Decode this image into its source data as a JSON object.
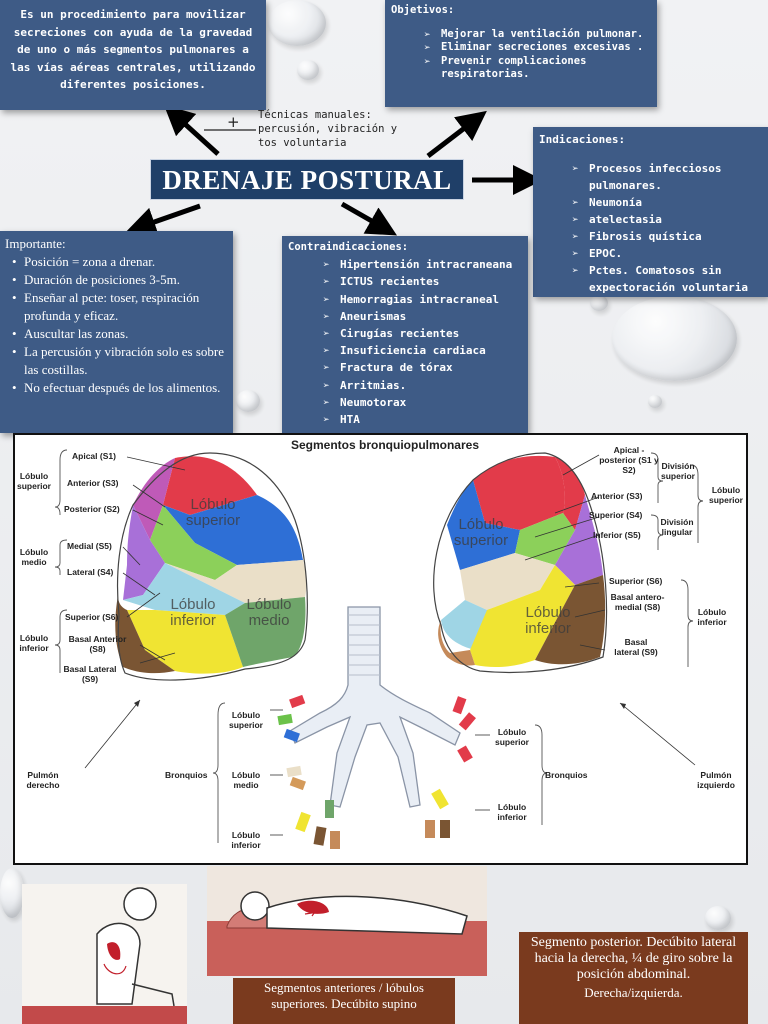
{
  "top_left": {
    "text": "Es un procedimiento para movilizar secreciones con ayuda de la gravedad de uno o más segmentos pulmonares a las vías aéreas centrales, utilizando diferentes posiciones."
  },
  "tecnicas": {
    "plus": "+",
    "text": "Técnicas manuales: percusión, vibración y tos voluntaria"
  },
  "title": "DRENAJE POSTURAL",
  "objetivos": {
    "heading": "Objetivos:",
    "items": [
      "Mejorar la ventilación pulmonar.",
      "Eliminar secreciones excesivas .",
      "Prevenir complicaciones respiratorias."
    ]
  },
  "indicaciones": {
    "heading": "Indicaciones:",
    "items": [
      "Procesos infecciosos pulmonares.",
      "Neumonía",
      "atelectasia",
      "Fibrosis quística",
      "EPOC.",
      "Pctes. Comatosos sin expectoración voluntaria"
    ]
  },
  "importante": {
    "heading": "Importante:",
    "items": [
      "Posición = zona a drenar.",
      "Duración de posiciones 3-5m.",
      "Enseñar al pcte: toser, respiración profunda y eficaz.",
      "Auscultar las zonas.",
      "La percusión y vibración solo es sobre las costillas.",
      "No efectuar después de los alimentos."
    ]
  },
  "contraindicaciones": {
    "heading": "Contraindicaciones:",
    "items": [
      "Hipertensión intracraneana",
      "ICTUS recientes",
      "Hemorragias intracraneal",
      "Aneurismas",
      "Cirugías recientes",
      "Insuficiencia cardiaca",
      "Fractura de tórax",
      "Arritmias.",
      "Neumotorax",
      "HTA"
    ]
  },
  "diagram": {
    "title": "Segmentos bronquiopulmonares",
    "right_lung_labels": {
      "apical": "Apical (S1)",
      "anterior": "Anterior (S3)",
      "posterior": "Posterior (S2)",
      "medial": "Medial (S5)",
      "lateral": "Lateral (S4)",
      "superior": "Superior (S6)",
      "basal_anterior": "Basal Anterior (S8)",
      "basal_lateral": "Basal Lateral (S9)"
    },
    "right_groups": {
      "superior": "Lóbulo superior",
      "medio": "Lóbulo medio",
      "inferior": "Lóbulo inferior"
    },
    "right_lobes": {
      "superior": "Lóbulo superior",
      "inferior": "Lóbulo inferior",
      "medio": "Lóbulo medio"
    },
    "left_lung_labels": {
      "apical_posterior": "Apical - posterior (S1 y S2)",
      "anterior": "Anterior (S3)",
      "superior_s4": "Superior (S4)",
      "inferior_s5": "Inferior (S5)",
      "superior_s6": "Superior (S6)",
      "basal_am": "Basal antero-medial (S8)",
      "basal_lateral": "Basal lateral (S9)"
    },
    "left_groups": {
      "div_superior": "División superior",
      "div_lingular": "División lingular",
      "superior": "Lóbulo superior",
      "inferior": "Lóbulo inferior"
    },
    "left_lobes": {
      "superior": "Lóbulo superior",
      "inferior": "Lóbulo inferior"
    },
    "pulmon_derecho": "Pulmón derecho",
    "pulmon_izquierdo": "Pulmón izquierdo",
    "bronquios": "Bronquios",
    "bronchi_left_labels": {
      "superior": "Lóbulo superior",
      "medio": "Lóbulo medio",
      "inferior": "Lóbulo inferior"
    },
    "bronchi_right_labels": {
      "superior": "Lóbulo superior",
      "inferior": "Lóbulo inferior"
    }
  },
  "bottom": {
    "caption_center": "Segmentos anteriores / lóbulos superiores. Decúbito supino",
    "caption_right": "Segmento posterior. Decúbito lateral hacia la derecha, ¼ de giro sobre la posición abdominal.",
    "caption_right_sub": "Derecha/izquierda."
  },
  "colors": {
    "box": "#3e5b86",
    "title_bg": "#1f3f68",
    "caption": "#7a3a1e"
  }
}
